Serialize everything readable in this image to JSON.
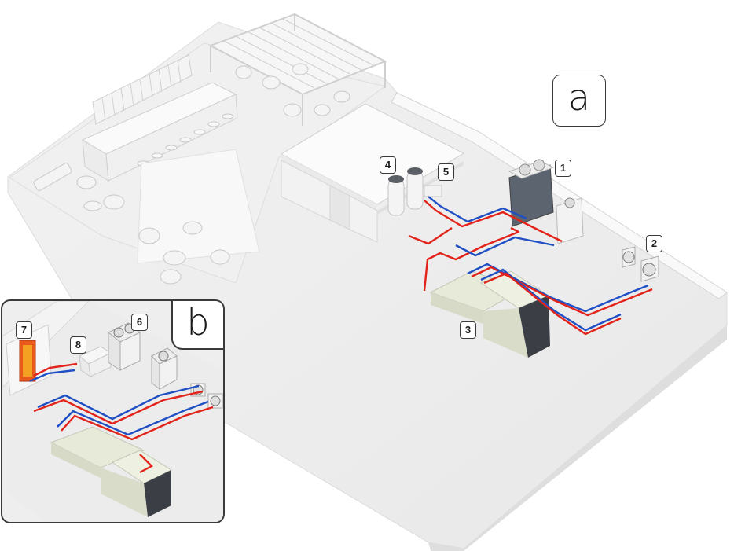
{
  "panels": {
    "main_label": "a",
    "inset_label": "b"
  },
  "callouts": {
    "c1": "1",
    "c2": "2",
    "c3": "3",
    "c4": "4",
    "c5": "5",
    "c6": "6",
    "c7": "7",
    "c8": "8"
  },
  "colors": {
    "hot_pipe": "#e2231a",
    "cold_pipe": "#1f4fc4",
    "floor": "#ececec",
    "wall": "#f7f7f7",
    "unit_beige": "#dfe3d2",
    "unit_dark": "#3b3f45"
  }
}
